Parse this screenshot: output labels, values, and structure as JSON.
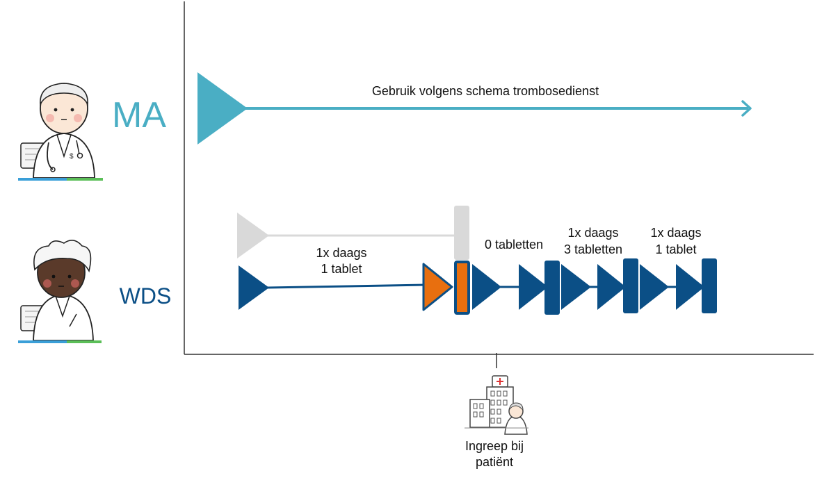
{
  "colors": {
    "ma": "#4aaec4",
    "wds": "#0b4f86",
    "gray": "#d9d9d9",
    "orange": "#e86f0f",
    "axis": "#333333",
    "green": "#5bbf58",
    "blue_strip": "#3a9fd8"
  },
  "roles": {
    "ma": {
      "label": "MA",
      "icon": "doctor-light-hair-icon"
    },
    "wds": {
      "label": "WDS",
      "icon": "doctor-dark-skin-icon"
    }
  },
  "ma_track": {
    "label": "Gebruik volgens schema trombosedienst"
  },
  "wds_track": {
    "phase1": [
      "1x daags",
      "1 tablet"
    ],
    "phase2": [
      "0 tabletten"
    ],
    "phase3": [
      "1x daags",
      "3 tabletten"
    ],
    "phase4": [
      "1x daags",
      "1 tablet"
    ]
  },
  "event": {
    "icon": "hospital-icon",
    "label_line1": "Ingreep bij",
    "label_line2": "patiënt"
  }
}
